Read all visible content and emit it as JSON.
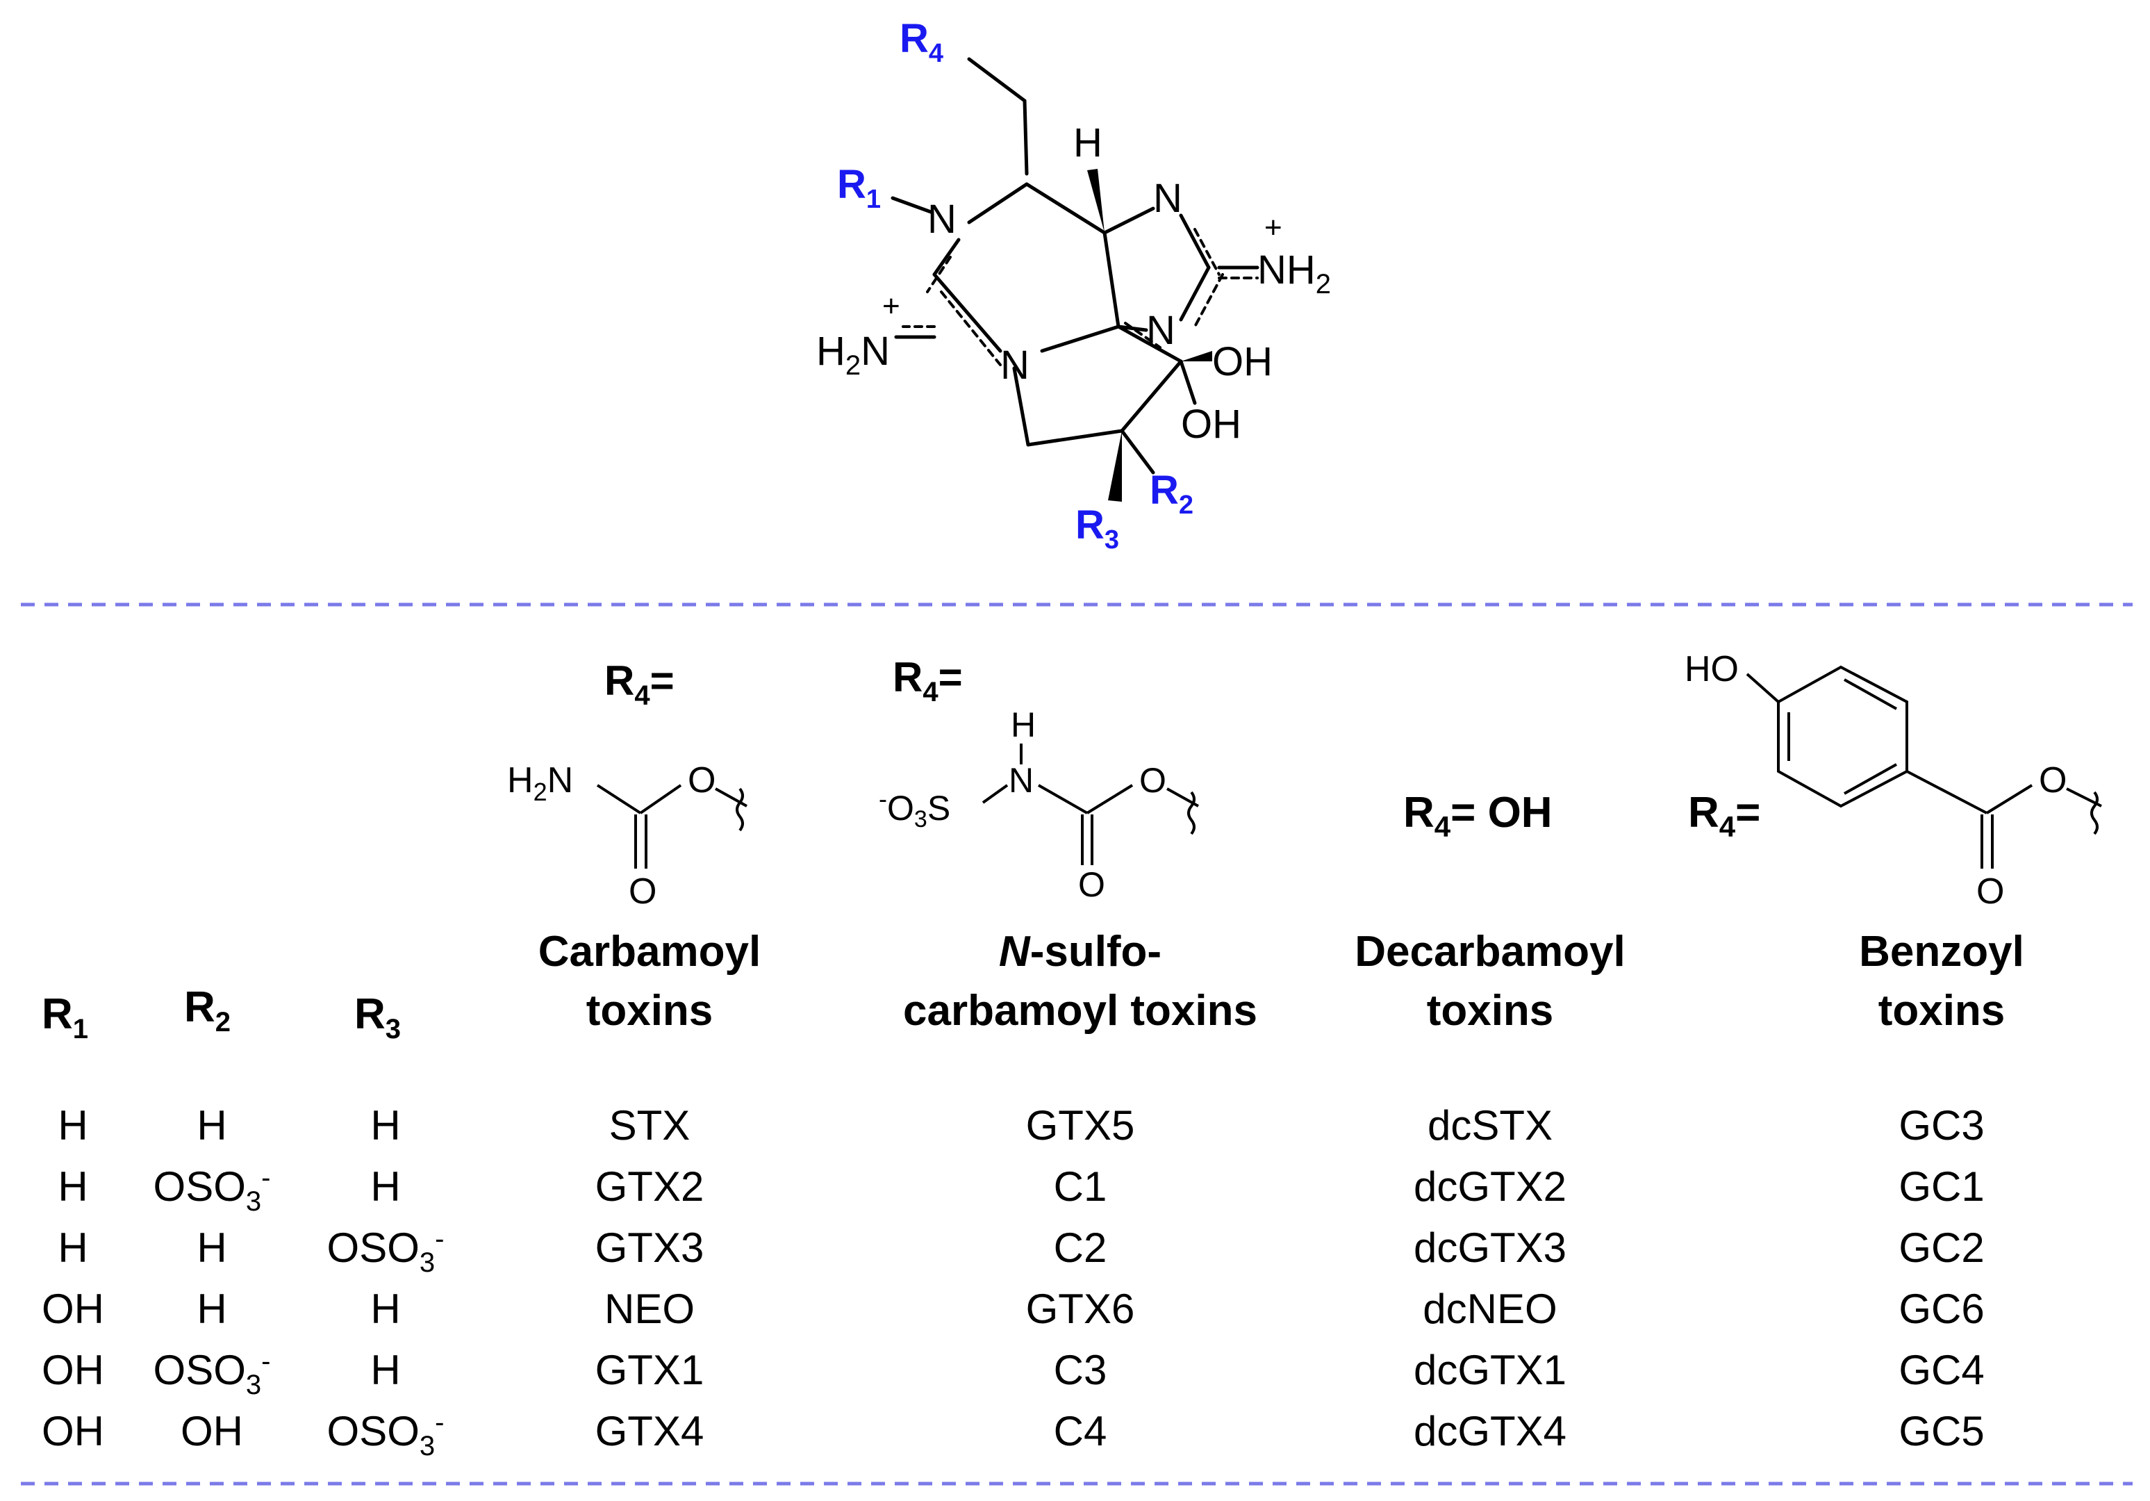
{
  "colors": {
    "substituent": "#1a1af0",
    "divider": "#7a7ae8",
    "ink": "#000000"
  },
  "structure": {
    "r1": "R",
    "r1_sub": "1",
    "r2": "R",
    "r2_sub": "2",
    "r3": "R",
    "r3_sub": "3",
    "r4": "R",
    "r4_sub": "4",
    "h_label": "H",
    "n_label": "N",
    "nh2_label": "NH",
    "nh2_sub": "2",
    "h2n_h": "H",
    "h2n_sub": "2",
    "h2n_n": "N",
    "plus": "+",
    "oh_label": "OH"
  },
  "columns": {
    "r1": "R",
    "r1_sub": "1",
    "r2": "R",
    "r2_sub": "2",
    "r3": "R",
    "r3_sub": "3",
    "r4_prefix": "R",
    "r4_sub": "4",
    "eq": "=",
    "r4_oh": "= OH",
    "carbamoyl": {
      "line1": "Carbamoyl",
      "line2": "toxins"
    },
    "sulfo": {
      "italic": "N",
      "line1": "-sulfo-",
      "line2": "carbamoyl toxins"
    },
    "decarbamoyl": {
      "line1": "Decarbamoyl",
      "line2": "toxins"
    },
    "benzoyl": {
      "line1": "Benzoyl",
      "line2": "toxins"
    }
  },
  "fragments": {
    "h2n_h": "H",
    "h2n_sub": "2",
    "h2n_n": "N",
    "o": "O",
    "nh_h": "H",
    "nh_n": "N",
    "o3s_minus": "-",
    "o3s_o": "O",
    "o3s_sub": "3",
    "o3s_s": "S",
    "ho": "HO"
  },
  "rows": [
    {
      "r1": "H",
      "r2": "H",
      "r2_sub": "",
      "r2_sup": "",
      "r3": "H",
      "r3_sub": "",
      "r3_sup": "",
      "carbamoyl": "STX",
      "sulfo": "GTX5",
      "decarbamoyl": "dcSTX",
      "benzoyl": "GC3"
    },
    {
      "r1": "H",
      "r2": "OSO",
      "r2_sub": "3",
      "r2_sup": "-",
      "r3": "H",
      "r3_sub": "",
      "r3_sup": "",
      "carbamoyl": "GTX2",
      "sulfo": "C1",
      "decarbamoyl": "dcGTX2",
      "benzoyl": "GC1"
    },
    {
      "r1": "H",
      "r2": "H",
      "r2_sub": "",
      "r2_sup": "",
      "r3": "OSO",
      "r3_sub": "3",
      "r3_sup": "-",
      "carbamoyl": "GTX3",
      "sulfo": "C2",
      "decarbamoyl": "dcGTX3",
      "benzoyl": "GC2"
    },
    {
      "r1": "OH",
      "r2": "H",
      "r2_sub": "",
      "r2_sup": "",
      "r3": "H",
      "r3_sub": "",
      "r3_sup": "",
      "carbamoyl": "NEO",
      "sulfo": "GTX6",
      "decarbamoyl": "dcNEO",
      "benzoyl": "GC6"
    },
    {
      "r1": "OH",
      "r2": "OSO",
      "r2_sub": "3",
      "r2_sup": "-",
      "r3": "H",
      "r3_sub": "",
      "r3_sup": "",
      "carbamoyl": "GTX1",
      "sulfo": "C3",
      "decarbamoyl": "dcGTX1",
      "benzoyl": "GC4"
    },
    {
      "r1": "OH",
      "r2": "OH",
      "r2_sub": "",
      "r2_sup": "",
      "r3": "OSO",
      "r3_sub": "3",
      "r3_sup": "-",
      "carbamoyl": "GTX4",
      "sulfo": "C4",
      "decarbamoyl": "dcGTX4",
      "benzoyl": "GC5"
    }
  ]
}
